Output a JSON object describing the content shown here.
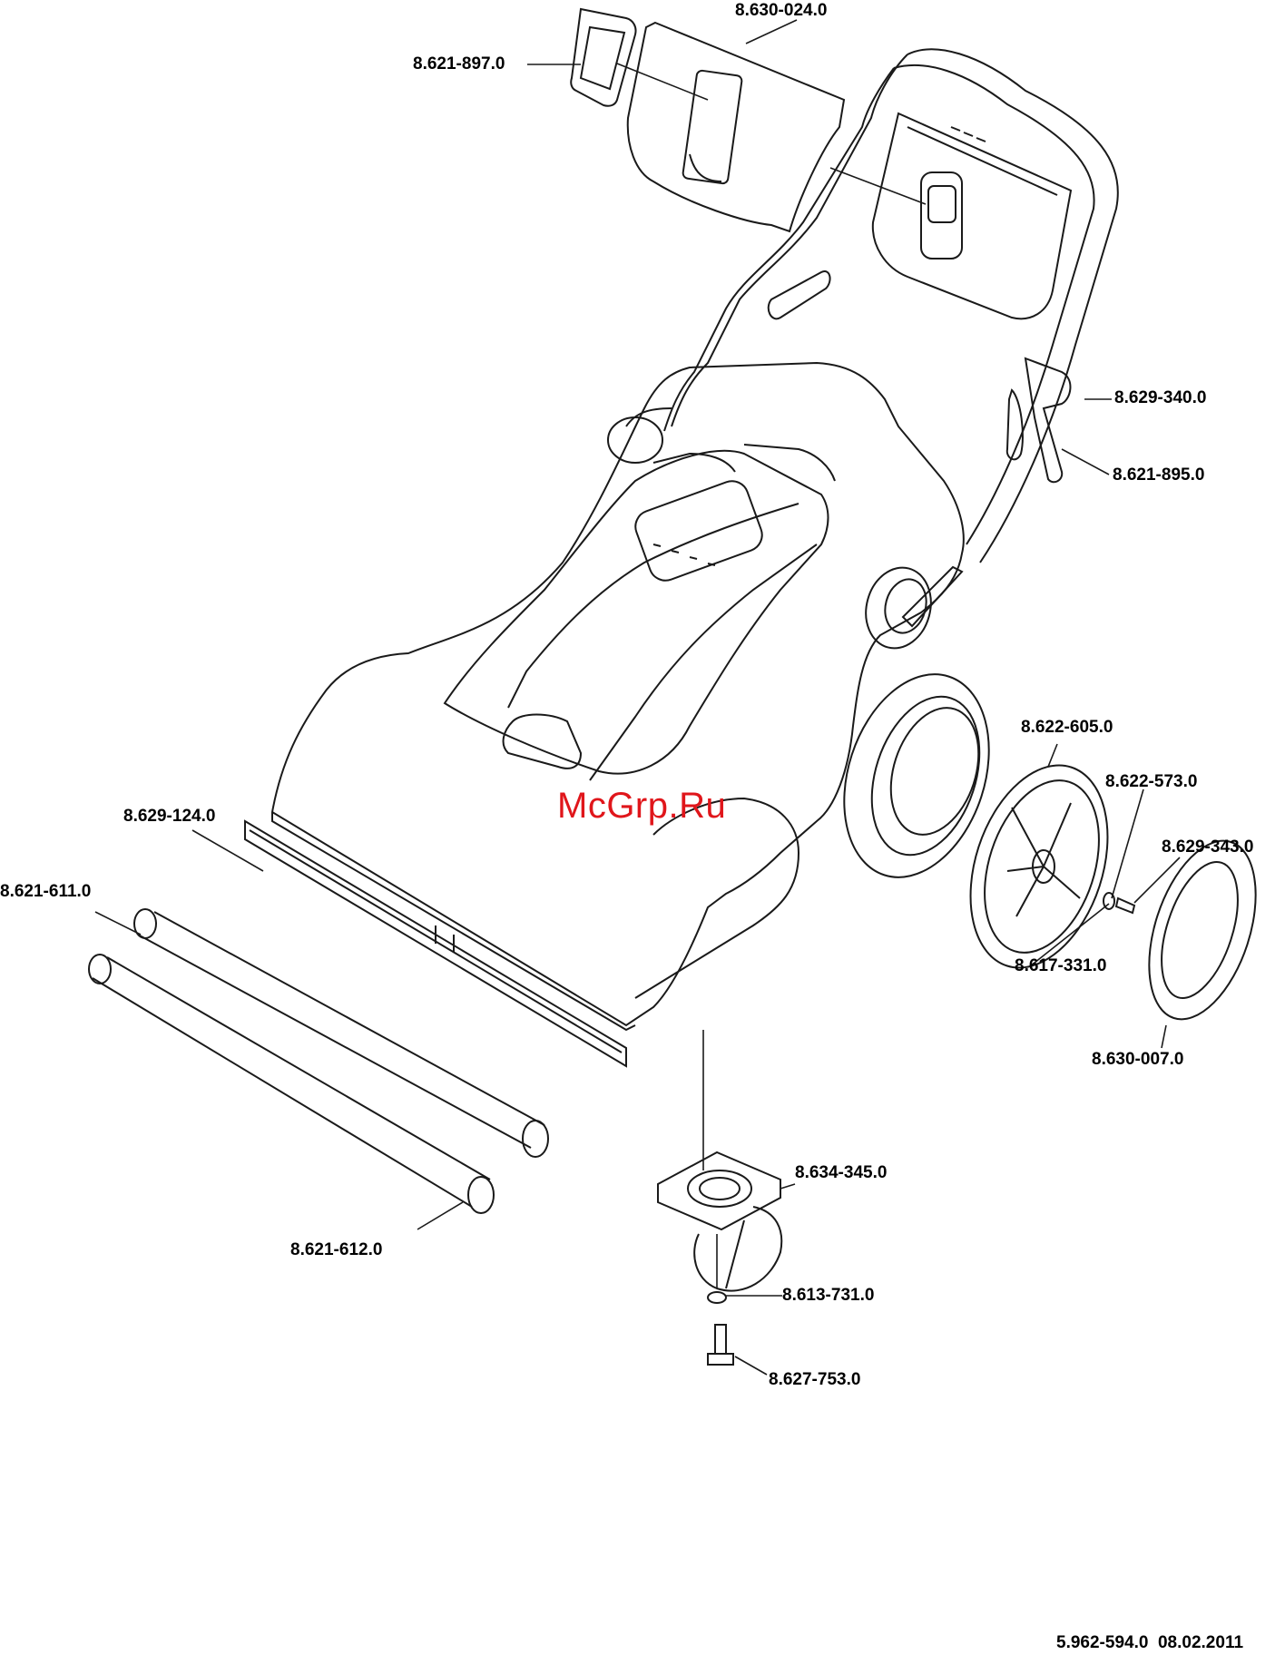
{
  "labels": {
    "p_8630024": "8.630-024.0",
    "p_8621897": "8.621-897.0",
    "p_8629340": "8.629-340.0",
    "p_8621895": "8.621-895.0",
    "p_8622605": "8.622-605.0",
    "p_8622573": "8.622-573.0",
    "p_8629343": "8.629-343.0",
    "p_8629124": "8.629-124.0",
    "p_8621611": "8.621-611.0",
    "p_8617331": "8.617-331.0",
    "p_8630007": "8.630-007.0",
    "p_8634345": "8.634-345.0",
    "p_8613731": "8.613-731.0",
    "p_8621612": "8.621-612.0",
    "p_8627753": "8.627-753.0"
  },
  "watermark": "McGrp.Ru",
  "footer": {
    "doc_number": "5.962-594.0",
    "date": "08.02.2011"
  }
}
